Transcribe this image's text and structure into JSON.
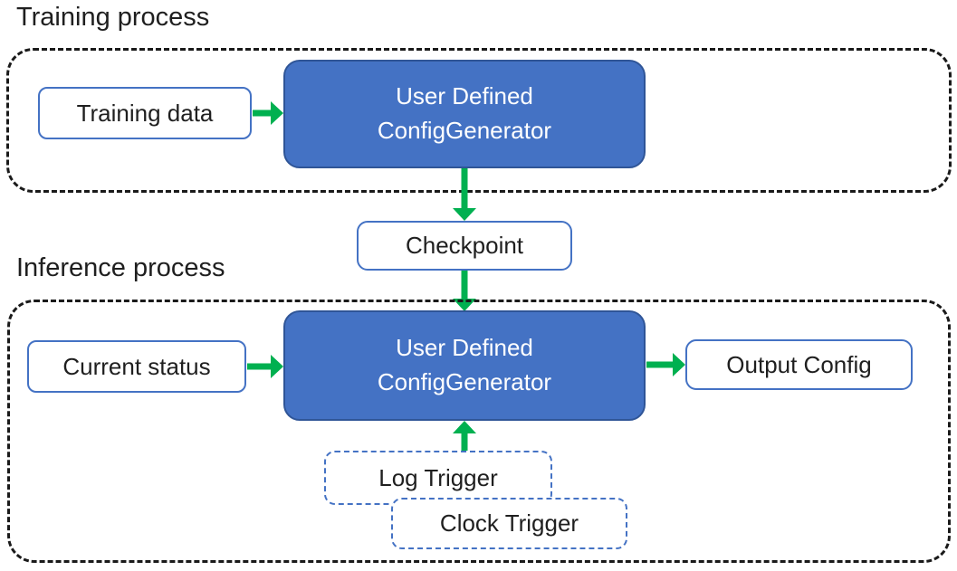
{
  "colors": {
    "box_blue": "#4472C4",
    "box_blue_border": "#2F5597",
    "outline_blue": "#4472C4",
    "arrow_green": "#00B050",
    "dashed_black": "#1A1A1A",
    "text_black": "#1F1F1F"
  },
  "training": {
    "section_label": "Training process",
    "input_label": "Training data",
    "generator_line1": "User Defined",
    "generator_line2": "ConfigGenerator"
  },
  "checkpoint_label": "Checkpoint",
  "inference": {
    "section_label": "Inference process",
    "input_label": "Current status",
    "generator_line1": "User Defined",
    "generator_line2": "ConfigGenerator",
    "output_label": "Output Config",
    "log_trigger_label": "Log Trigger",
    "clock_trigger_label": "Clock Trigger"
  }
}
